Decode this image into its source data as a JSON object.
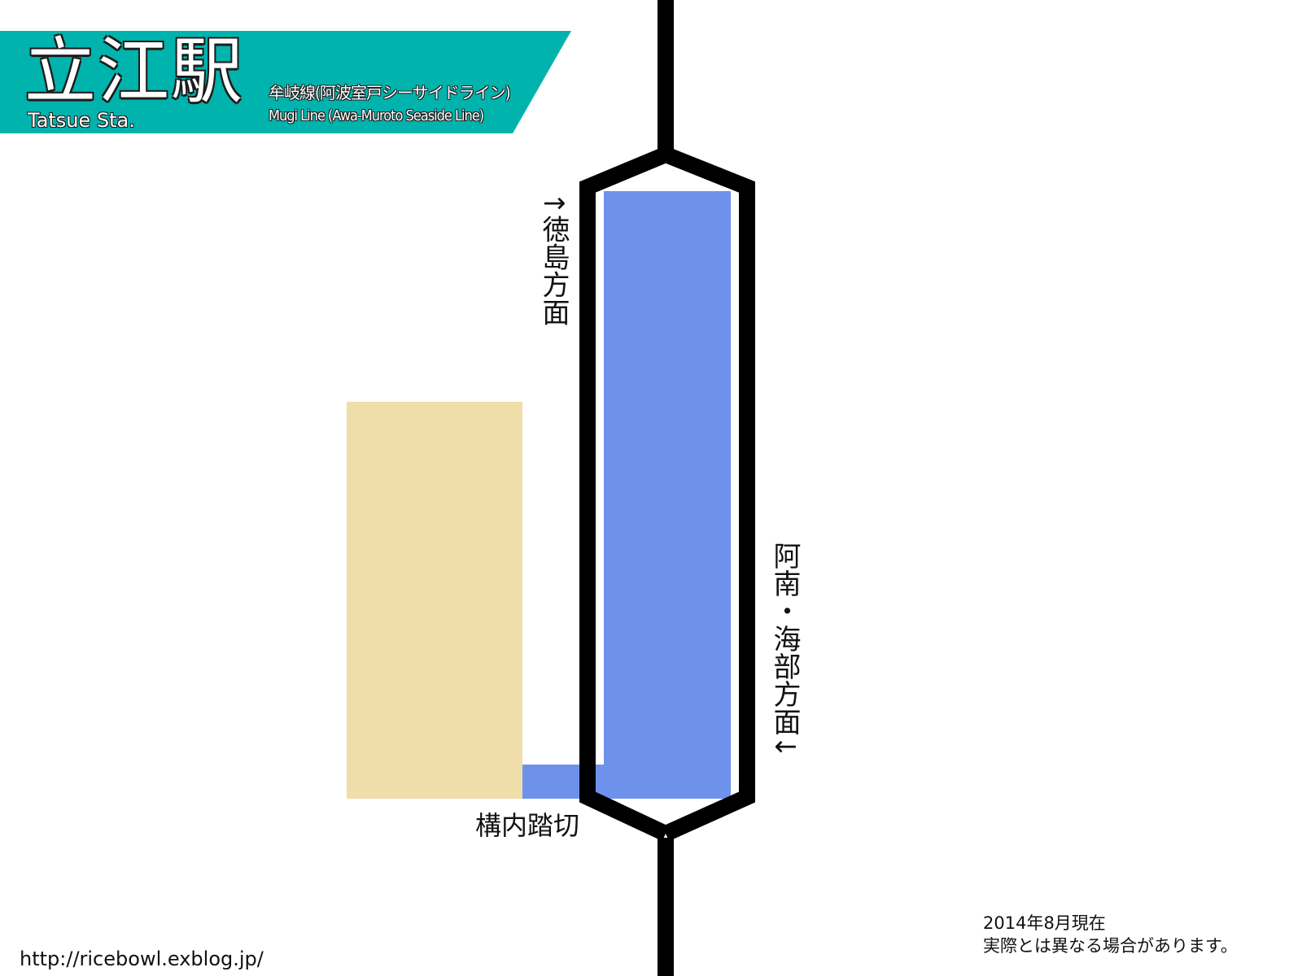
{
  "header": {
    "station_name_ja": "立江駅",
    "station_name_en": "Tatsue Sta.",
    "line_name_ja": "牟岐線(阿波室戸シーサイドライン)",
    "line_name_en": "Mugi Line (Awa-Muroto Seaside Line)"
  },
  "directions": {
    "north": "↑徳島方面",
    "south": "阿南・海部方面↓"
  },
  "labels": {
    "crossing": "構内踏切"
  },
  "notes": {
    "date": "2014年8月現在",
    "disclaimer": "実際とは異なる場合があります。"
  },
  "footer": {
    "source_url": "http://ricebowl.exblog.jp/"
  },
  "colors": {
    "banner": "#00B3AD",
    "platform": "#6E92EC",
    "station_building": "#F0DEAA",
    "track": "#000000",
    "background": "#FFFFFF"
  }
}
